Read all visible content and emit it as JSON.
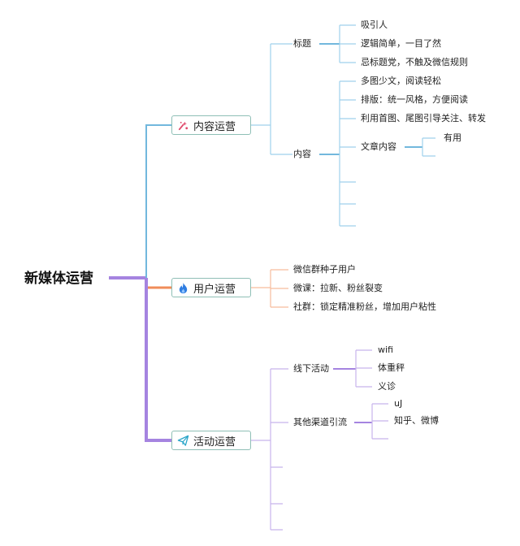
{
  "root": "新媒体运营",
  "branches": {
    "content": {
      "label": "内容运营",
      "icon": "sparkle-icon",
      "title_node": {
        "label": "标题",
        "items": [
          "吸引人",
          "逻辑简单，一目了然",
          "忌标题党，不触及微信规则"
        ]
      },
      "body_node": {
        "label": "内容",
        "items": [
          "多图少文，阅读轻松",
          "排版：统一风格，方便阅读",
          "利用首图、尾图引导关注、转发"
        ],
        "article": {
          "label": "文章内容",
          "items": [
            "有用"
          ]
        }
      }
    },
    "user": {
      "label": "用户运营",
      "icon": "flame-icon",
      "items": [
        "微信群种子用户",
        "微课：拉新、粉丝裂变",
        "社群：锁定精准粉丝，增加用户粘性"
      ]
    },
    "activity": {
      "label": "活动运营",
      "icon": "paper-plane-icon",
      "offline": {
        "label": "线下活动",
        "items": [
          "wifi",
          "体重秤",
          "义诊"
        ]
      },
      "channels": {
        "label": "其他渠道引流",
        "items": [
          "uJ",
          "知乎、微博"
        ]
      }
    }
  },
  "colors": {
    "root_line": "#a584e0",
    "content_line": "#72b8dd",
    "user_line": "#f08d5a",
    "activity_line": "#a584e0",
    "node_border": "#8fbfb6"
  }
}
